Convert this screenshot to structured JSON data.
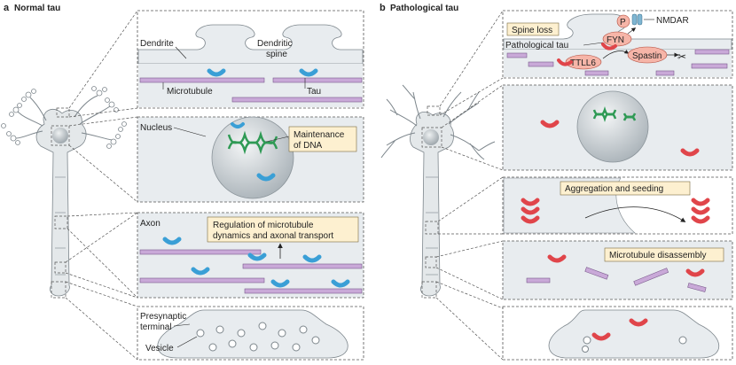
{
  "panel_a": {
    "letter": "a",
    "title": "Normal tau",
    "dendrite": "Dendrite",
    "dendritic_spine": [
      "Dendritic",
      "spine"
    ],
    "microtubule": "Microtubule",
    "tau": "Tau",
    "nucleus": "Nucleus",
    "maintenance": [
      "Maintenance",
      "of DNA"
    ],
    "axon": "Axon",
    "regulation": [
      "Regulation of microtubule",
      "dynamics and axonal transport"
    ],
    "presynaptic": [
      "Presynaptic",
      "terminal"
    ],
    "vesicle": "Vesicle"
  },
  "panel_b": {
    "letter": "b",
    "title": "Pathological tau",
    "spine_loss": "Spine loss",
    "p": "P",
    "fyn": "FYN",
    "nmdar": "NMDAR",
    "pathological_tau": "Pathological tau",
    "ttll6": "TTLL6",
    "spastin": "Spastin",
    "aggregation": "Aggregation and seeding",
    "disassembly": "Microtubule disassembly"
  },
  "colors": {
    "tau_normal": "#3a9fd6",
    "tau_pathological": "#e0454a",
    "microtubule": "#c9a9d8",
    "dna": "#2f9a55",
    "panel_fill": "#e8ecef",
    "annotation_box": "#fdf0d0",
    "enzyme": "#f6b5a8"
  }
}
